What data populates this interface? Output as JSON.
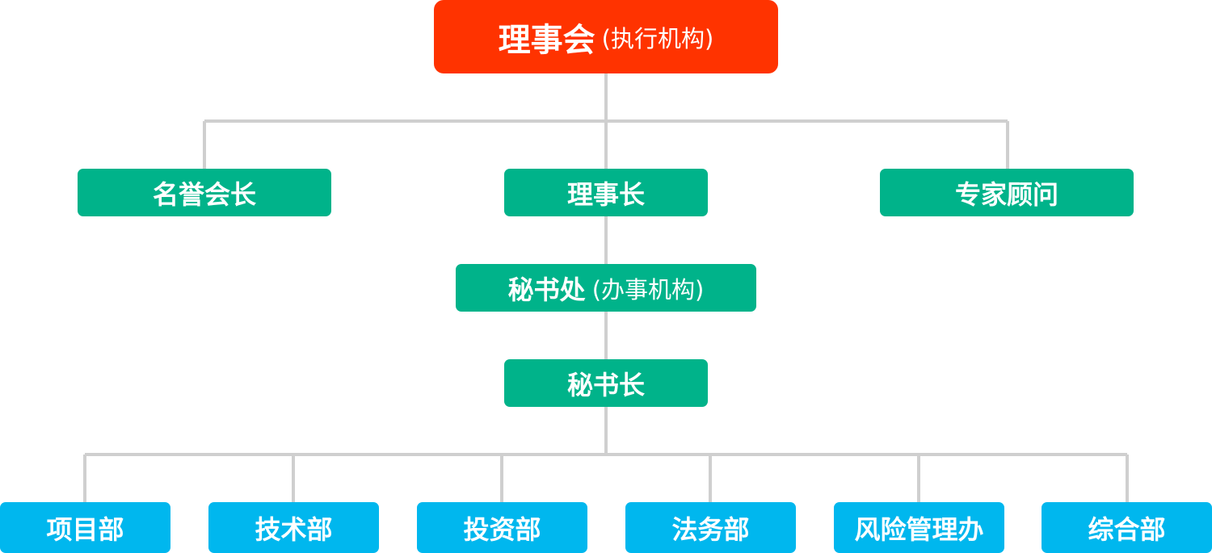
{
  "board": {
    "title": "理事会",
    "subtitle": "(执行机构)"
  },
  "second_level": {
    "honorary_president": "名誉会长",
    "chairman": "理事长",
    "expert_advisor": "专家顾问"
  },
  "secretariat": {
    "title": "秘书处",
    "subtitle": "(办事机构)"
  },
  "secretary_general": "秘书长",
  "departments": [
    "项目部",
    "技术部",
    "投资部",
    "法务部",
    "风险管理办",
    "综合部"
  ],
  "colors": {
    "board": "#ff3300",
    "management": "#00b38a",
    "department": "#00b7ee",
    "connector": "#cfcfcf"
  }
}
